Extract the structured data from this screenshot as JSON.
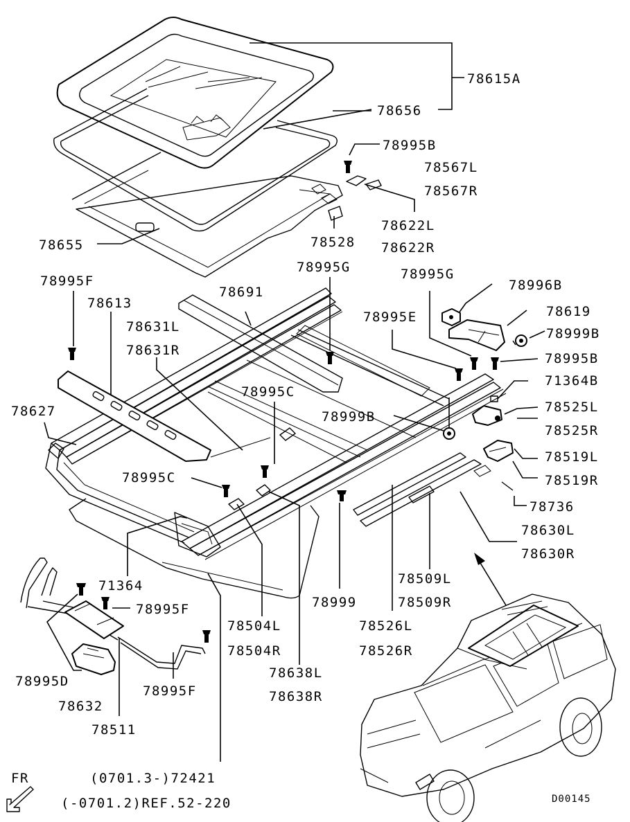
{
  "diagram": {
    "labels": {
      "p78615A": "78615A",
      "p78656": "78656",
      "p78995B_top": "78995B",
      "p78567L": "78567L",
      "p78567R": "78567R",
      "p78622L": "78622L",
      "p78622R": "78622R",
      "p78528": "78528",
      "p78655": "78655",
      "p78995G_a": "78995G",
      "p78995G_b": "78995G",
      "p78995F_top": "78995F",
      "p78613": "78613",
      "p78691": "78691",
      "p78996B": "78996B",
      "p78619": "78619",
      "p78631L": "78631L",
      "p78631R": "78631R",
      "p78995E": "78995E",
      "p78999B_right": "78999B",
      "p78995B_right": "78995B",
      "p78627": "78627",
      "p78995C_top": "78995C",
      "p71364B": "71364B",
      "p78525L": "78525L",
      "p78525R": "78525R",
      "p78999B_mid": "78999B",
      "p78519L": "78519L",
      "p78519R": "78519R",
      "p78995C_left": "78995C",
      "p78736": "78736",
      "p78630L": "78630L",
      "p78630R": "78630R",
      "p71364": "71364",
      "p78509L": "78509L",
      "p78509R": "78509R",
      "p78995F_mid": "78995F",
      "p78999": "78999",
      "p78504L": "78504L",
      "p78504R": "78504R",
      "p78526L": "78526L",
      "p78526R": "78526R",
      "p78638L": "78638L",
      "p78638R": "78638R",
      "p78995D": "78995D",
      "p78995F_bot": "78995F",
      "p78632": "78632",
      "p78511": "78511",
      "p72421": "(0701.3-)72421",
      "pREF": "(-0701.2)REF.52-220",
      "front": "FR",
      "code": "D00145"
    }
  }
}
